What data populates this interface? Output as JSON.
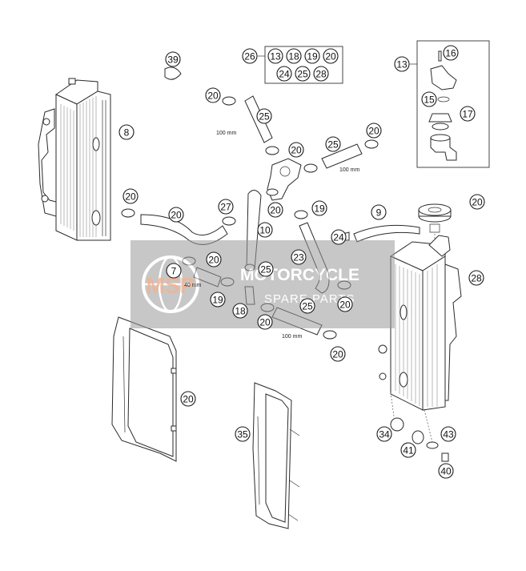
{
  "callouts": [
    {
      "label": "39"
    },
    {
      "label": "26"
    },
    {
      "label": "13"
    },
    {
      "label": "18"
    },
    {
      "label": "19"
    },
    {
      "label": "20"
    },
    {
      "label": "24"
    },
    {
      "label": "25"
    },
    {
      "label": "28"
    },
    {
      "label": "13"
    },
    {
      "label": "16"
    },
    {
      "label": "15"
    },
    {
      "label": "17"
    },
    {
      "label": "20"
    },
    {
      "label": "25"
    },
    {
      "label": "8"
    },
    {
      "label": "20"
    },
    {
      "label": "25"
    },
    {
      "label": "20"
    },
    {
      "label": "20"
    },
    {
      "label": "20"
    },
    {
      "label": "27"
    },
    {
      "label": "20"
    },
    {
      "label": "19"
    },
    {
      "label": "20"
    },
    {
      "label": "9"
    },
    {
      "label": "10"
    },
    {
      "label": "24"
    },
    {
      "label": "23"
    },
    {
      "label": "28"
    },
    {
      "label": "7"
    },
    {
      "label": "20"
    },
    {
      "label": "25"
    },
    {
      "label": "19"
    },
    {
      "label": "20"
    },
    {
      "label": "18"
    },
    {
      "label": "20"
    },
    {
      "label": "25"
    },
    {
      "label": "20"
    },
    {
      "label": "20"
    },
    {
      "label": "35"
    },
    {
      "label": "34"
    },
    {
      "label": "43"
    },
    {
      "label": "41"
    },
    {
      "label": "40"
    },
    {
      "label": "42"
    }
  ],
  "dimensions": [
    "100 mm",
    "100 mm",
    "40 mm",
    "100 mm"
  ],
  "watermark": {
    "brand": "MOTORCYCLE",
    "sub": "SPARE PARTS",
    "logo": "MSP"
  }
}
